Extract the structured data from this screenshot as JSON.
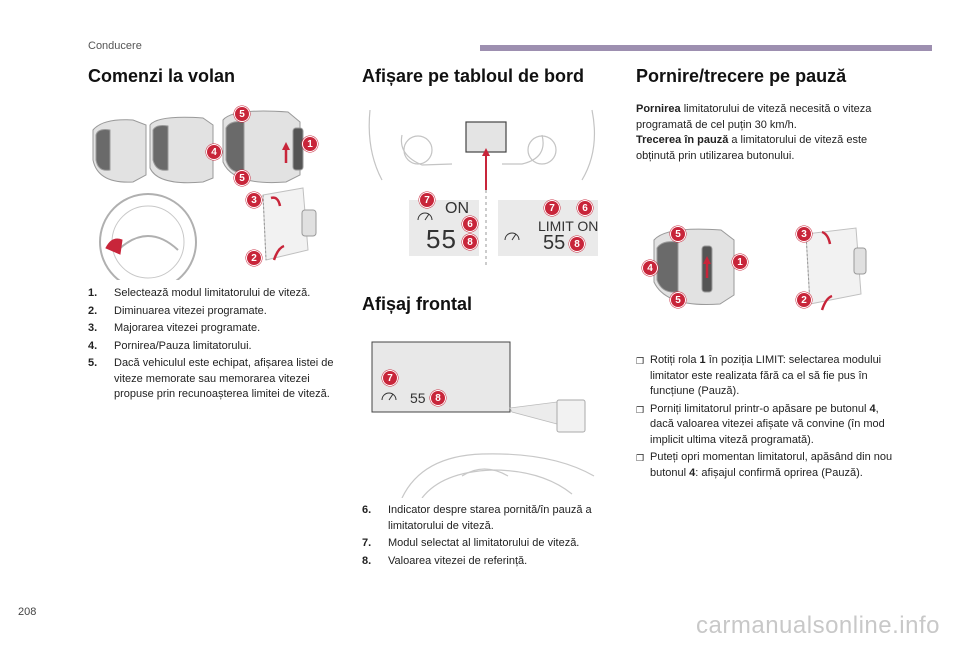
{
  "header": {
    "section": "Conducere"
  },
  "page_number": "208",
  "watermark": "carmanualsonline.info",
  "colors": {
    "accent_bar": "#9d8fb0",
    "badge": "#c8253a"
  },
  "col1": {
    "title": "Comenzi la volan",
    "badges": [
      "5",
      "4",
      "1",
      "5",
      "3",
      "2"
    ],
    "items": [
      {
        "num": "1.",
        "text": "Selectează modul limitatorului de viteză."
      },
      {
        "num": "2.",
        "text": "Diminuarea vitezei programate."
      },
      {
        "num": "3.",
        "text": "Majorarea vitezei programate."
      },
      {
        "num": "4.",
        "text": "Pornirea/Pauza limitatorului."
      },
      {
        "num": "5.",
        "text": "Dacă vehiculul este echipat, afișarea listei de viteze memorate sau memorarea vitezei propuse prin recunoașterea limitei de viteză."
      }
    ]
  },
  "col2": {
    "title": "Afișare pe tabloul de bord",
    "display_left": {
      "status": "ON",
      "speed": "55",
      "badges": [
        "7",
        "6",
        "8"
      ]
    },
    "display_right": {
      "status": "LIMIT ON",
      "speed": "55",
      "badges": [
        "7",
        "6",
        "8"
      ]
    },
    "title2": "Afișaj frontal",
    "hud": {
      "speed": "55",
      "badges": [
        "7",
        "8"
      ]
    },
    "items": [
      {
        "num": "6.",
        "text": "Indicator despre starea pornită/în pauză a limitatorului de viteză."
      },
      {
        "num": "7.",
        "text": "Modul selectat al limitatorului de viteză."
      },
      {
        "num": "8.",
        "text": "Valoarea vitezei de referință."
      }
    ]
  },
  "col3": {
    "title": "Pornire/trecere pe pauză",
    "p1_bold": "Pornirea",
    "p1_rest": " limitatorului de viteză necesită o viteza programată de cel puțin 30 km/h.",
    "p2_bold": "Trecerea în pauză",
    "p2_rest": " a limitatorului de viteză este obținută prin utilizarea butonului.",
    "badges": [
      "5",
      "4",
      "1",
      "5",
      "3",
      "2"
    ],
    "bullets": [
      {
        "pre": "Rotiți rola ",
        "bold": "1",
        "post": " în poziția LIMIT: selectarea modului limitator este realizata fără ca el să fie pus în funcțiune (Pauză)."
      },
      {
        "pre": "Porniți limitatorul printr-o apăsare pe butonul ",
        "bold": "4",
        "post": ", dacă valoarea vitezei afișate vă convine (în mod implicit ultima viteză programată)."
      },
      {
        "pre": "Puteți opri momentan limitatorul, apăsând din nou butonul ",
        "bold": "4",
        "post": ": afișajul confirmă oprirea (Pauză)."
      }
    ],
    "bullet_mark": "❒"
  }
}
